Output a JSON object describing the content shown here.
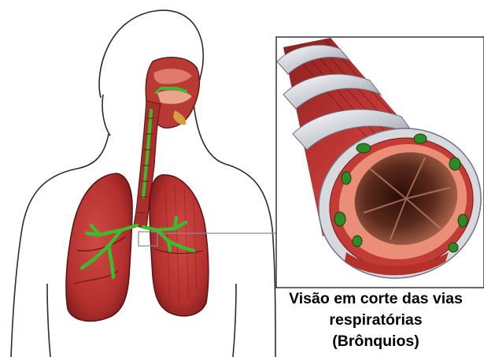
{
  "caption": {
    "line1": "Visão em corte das vias",
    "line2": "respiratórias",
    "line3": "(Brônquios)"
  },
  "colors": {
    "lung": "#b5302f",
    "lung_dark": "#7f1d1d",
    "lung_light": "#d0524c",
    "airway_green": "#3dbb2e",
    "mucosa": "#e87d6a",
    "lumen_dark": "#4a1f14",
    "cartilage": "#dcdde3",
    "outline": "#2b2b2b"
  },
  "icons": [
    "human-silhouette",
    "respiratory-system",
    "bronchus-cross-section"
  ]
}
